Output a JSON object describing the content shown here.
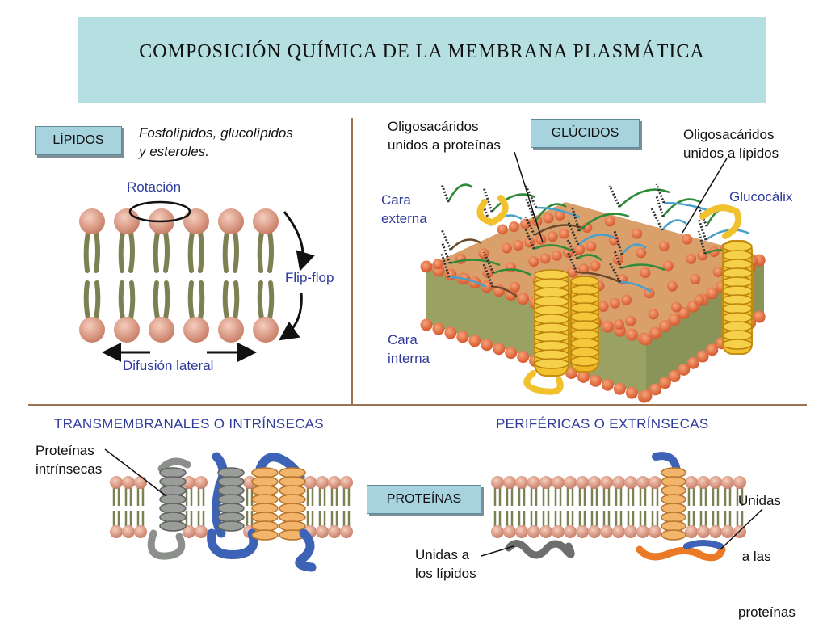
{
  "title": "COMPOSICIÓN QUÍMICA DE LA MEMBRANA PLASMÁTICA",
  "lipids": {
    "box_label": "LÍPIDOS",
    "description_line1": "Fosfolípidos, glucolípidos",
    "description_line2": "y esteroles.",
    "rotation": "Rotación",
    "flip_flop": "Flip-flop",
    "lateral_diffusion": "Difusión lateral"
  },
  "glucids": {
    "box_label": "GLÚCIDOS",
    "oligo_proteins_line1": "Oligosacáridos",
    "oligo_proteins_line2": "unidos a proteínas",
    "oligo_lipids_line1": "Oligosacáridos",
    "oligo_lipids_line2": "unidos a lípidos",
    "glycocalyx": "Glucocálix",
    "outer_face_line1": "Cara",
    "outer_face_line2": "externa",
    "inner_face_line1": "Cara",
    "inner_face_line2": "interna"
  },
  "proteins": {
    "box_label": "PROTEÍNAS",
    "transmembrane_heading": "TRANSMEMBRANALES O INTRÍNSECAS",
    "peripheral_heading": "PERIFÉRICAS O EXTRÍNSECAS",
    "intrinsic_line1": "Proteínas",
    "intrinsic_line2": "intrínsecas",
    "bound_lipids_line1": "Unidas a",
    "bound_lipids_line2": "los lípidos",
    "bound_proteins_line1": "Unidas",
    "bound_proteins_line2": " a las",
    "bound_proteins_line3": "proteínas"
  },
  "colors": {
    "title_band": "#b6dfe2",
    "box_fill": "#a7d3df",
    "divider": "#9b7350",
    "label_blue": "#2f3b9a",
    "lipid_head": "#e3a38e",
    "lipid_tail": "#7c8052",
    "protein_yellow": "#f2c12e",
    "protein_gray": "#8c8f8c",
    "protein_blue": "#3c63b5",
    "protein_orange": "#f3b46b"
  }
}
